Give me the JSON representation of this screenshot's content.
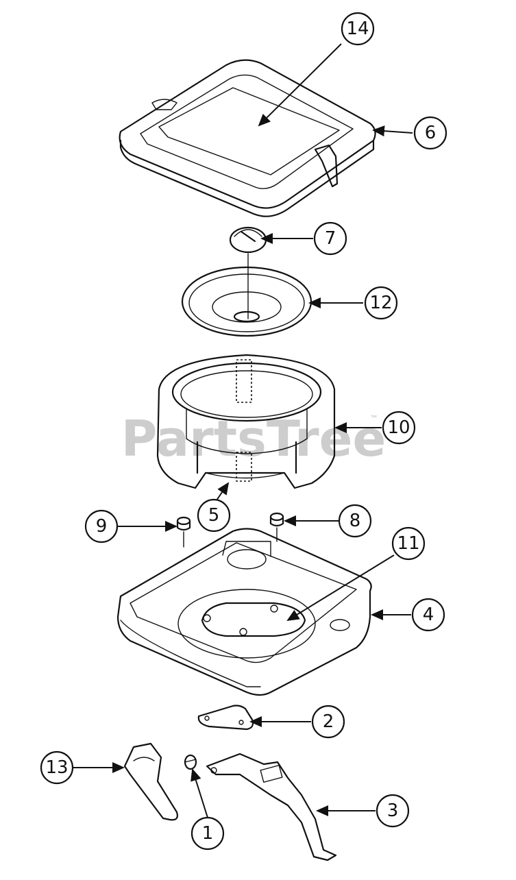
{
  "watermark": {
    "text": "PartsTree",
    "trademark": "™"
  },
  "callouts": {
    "c1": "1",
    "c2": "2",
    "c3": "3",
    "c4": "4",
    "c5": "5",
    "c6": "6",
    "c7": "7",
    "c8": "8",
    "c9": "9",
    "c10": "10",
    "c11": "11",
    "c12": "12",
    "c13": "13",
    "c14": "14"
  },
  "colors": {
    "line": "#111111",
    "watermark": "#bdbdbd",
    "background": "#ffffff"
  }
}
